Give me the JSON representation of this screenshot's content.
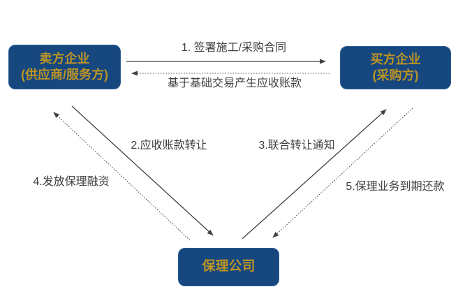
{
  "diagram": {
    "background": "#ffffff",
    "colors": {
      "node_fill": "#16477E",
      "node_border": "#2a5d94",
      "node_text": "#BD9425",
      "arrow": "#404040",
      "label_text": "#3F3F3F"
    },
    "nodes": {
      "seller": {
        "line1": "卖方企业",
        "line2": "(供应商/服务方)"
      },
      "buyer": {
        "line1": "买方企业",
        "line2": "(采购方)"
      },
      "factor": {
        "label": "保理公司"
      }
    },
    "edges": [
      {
        "id": "receivables-arise",
        "label": "基于基础交易产生应收账款",
        "from": "buyer",
        "to": "seller",
        "style": "dotted"
      },
      {
        "id": "sign-contract",
        "label": "1. 签署施工/采购合同",
        "from": "seller",
        "to": "buyer",
        "style": "solid"
      },
      {
        "id": "receivables-transfer",
        "label": "2.应收账款转让",
        "from": "seller",
        "to": "factor",
        "style": "solid"
      },
      {
        "id": "joint-transfer-notice",
        "label": "3.联合转让通知",
        "from": "factor",
        "to": "buyer",
        "style": "solid"
      },
      {
        "id": "factoring-financing",
        "label": "4.发放保理融资",
        "from": "factor",
        "to": "seller",
        "style": "dotted"
      },
      {
        "id": "maturity-repayment",
        "label": "5.保理业务到期还款",
        "from": "buyer",
        "to": "factor",
        "style": "dotted"
      }
    ]
  }
}
